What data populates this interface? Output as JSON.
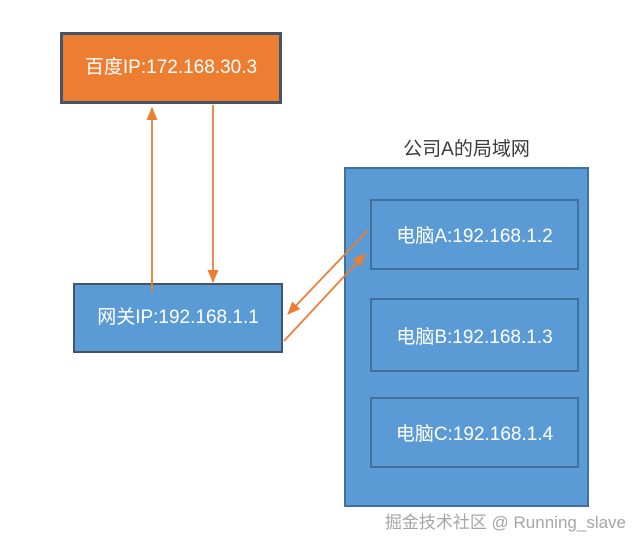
{
  "diagram": {
    "lan_title": "公司A的局域网",
    "nodes": {
      "baidu": {
        "label": "百度IP:172.168.30.3"
      },
      "gateway": {
        "label": "网关IP:192.168.1.1"
      },
      "computer_a": {
        "label": "电脑A:192.168.1.2"
      },
      "computer_b": {
        "label": "电脑B:192.168.1.3"
      },
      "computer_c": {
        "label": "电脑C:192.168.1.4"
      }
    },
    "arrows": [
      {
        "name": "gateway-to-baidu",
        "from": "gateway",
        "to": "baidu"
      },
      {
        "name": "baidu-to-gateway",
        "from": "baidu",
        "to": "gateway"
      },
      {
        "name": "computer-a-to-gateway",
        "from": "computer_a",
        "to": "gateway"
      },
      {
        "name": "gateway-to-computer-a",
        "from": "gateway",
        "to": "computer_a"
      }
    ],
    "watermark": "掘金技术社区 @ Running_slave",
    "colors": {
      "node_orange": "#ED7D31",
      "node_blue": "#5B9BD5",
      "outer_border": "#44546A",
      "lan_border": "#41719C",
      "inner_border": "#41719C",
      "arrow": "#ED7D31",
      "title_text": "#3A3A3A",
      "watermark_text": "#A6A6A6",
      "node_text": "#FFFFFF"
    }
  }
}
